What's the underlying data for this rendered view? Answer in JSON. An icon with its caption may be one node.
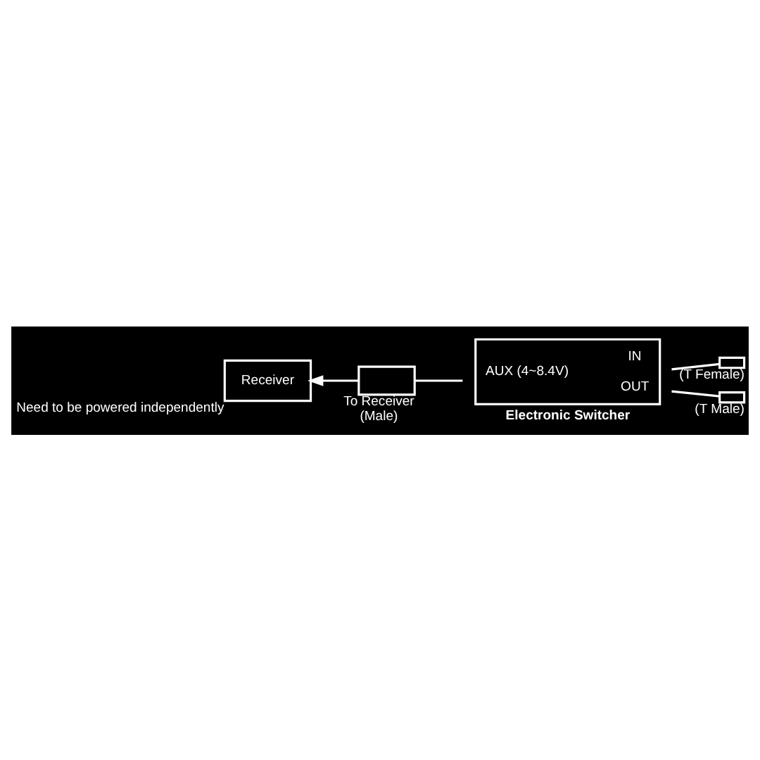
{
  "diagram": {
    "nodes": [
      {
        "text": [
          "Receiver"
        ],
        "beside": [
          "Need to be powered independently"
        ]
      },
      {
        "text": [],
        "shape": "box",
        "beside": [
          "To Receiver",
          "(Male)"
        ]
      },
      {
        "text": [
          "AUX (4~8.4V)",
          "IN",
          "OUT",
          "Electronic Switcher"
        ]
      },
      {
        "text": [],
        "shape": "box",
        "beside": [
          "(T Female)"
        ]
      },
      {
        "text": [],
        "shape": "box",
        "beside": [
          "(T Male)"
        ]
      }
    ],
    "edges": [
      {
        "from": 1,
        "to": 0,
        "arrow": "to"
      },
      {
        "from": 2,
        "to": 1,
        "arrow": "none"
      },
      {
        "from": 2,
        "to": 3,
        "arrow": "none"
      },
      {
        "from": 2,
        "to": 4,
        "arrow": "none"
      }
    ]
  }
}
